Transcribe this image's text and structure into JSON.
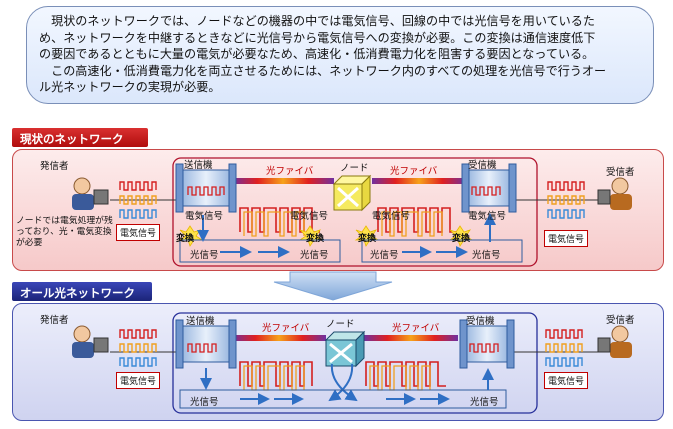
{
  "intro": {
    "line1": "　現状のネットワークでは、ノードなどの機器の中では電気信号、回線の中では光信号を用いているた",
    "line2": "め、ネットワークを中継するときなどに光信号から電気信号への変換が必要。この変換は通信速度低下",
    "line3": "の要因であるとともに大量の電気が必要なため、高速化・低消費電力化を阻害する要因となっている。",
    "line4": "　この高速化・低消費電力化を両立させるためには、ネットワーク内のすべての処理を光信号で行うオー",
    "line5": "ル光ネットワークの実現が必要。"
  },
  "current": {
    "header": "現状のネットワーク",
    "sender": "発信者",
    "receiver": "受信者",
    "transmitter": "送信機",
    "node": "ノード",
    "rx_unit": "受信機",
    "fiber_left": "光ファイバ",
    "fiber_right": "光ファイバ",
    "elec_sender": "電気信号",
    "elec_tx": "電気信号",
    "elec_node_left": "電気信号",
    "elec_node_right": "電気信号",
    "elec_rx": "電気信号",
    "elec_receiver": "電気信号",
    "conv1": "変換",
    "conv2": "変換",
    "conv3": "変換",
    "conv4": "変換",
    "optical1": "光信号",
    "optical2": "光信号",
    "optical3": "光信号",
    "optical4": "光信号",
    "note": "ノードでは電気処理が残っており、光・電気変換が必要"
  },
  "allopt": {
    "header": "オール光ネットワーク",
    "sender": "発信者",
    "receiver": "受信者",
    "transmitter": "送信機",
    "node": "ノード",
    "rx_unit": "受信機",
    "fiber_left": "光ファイバ",
    "fiber_right": "光ファイバ",
    "elec_sender": "電気信号",
    "elec_receiver": "電気信号",
    "optical1": "光信号",
    "optical2": "光信号"
  },
  "colors": {
    "panel_red": "#f6c9c9",
    "panel_blue": "#cfd3f0",
    "header_red": "#c41818",
    "header_blue": "#27309a",
    "signal_red": "#d42020",
    "signal_orange": "#f0a020",
    "signal_blue": "#3a8ad8",
    "arrow_blue": "#2f6fc4"
  }
}
